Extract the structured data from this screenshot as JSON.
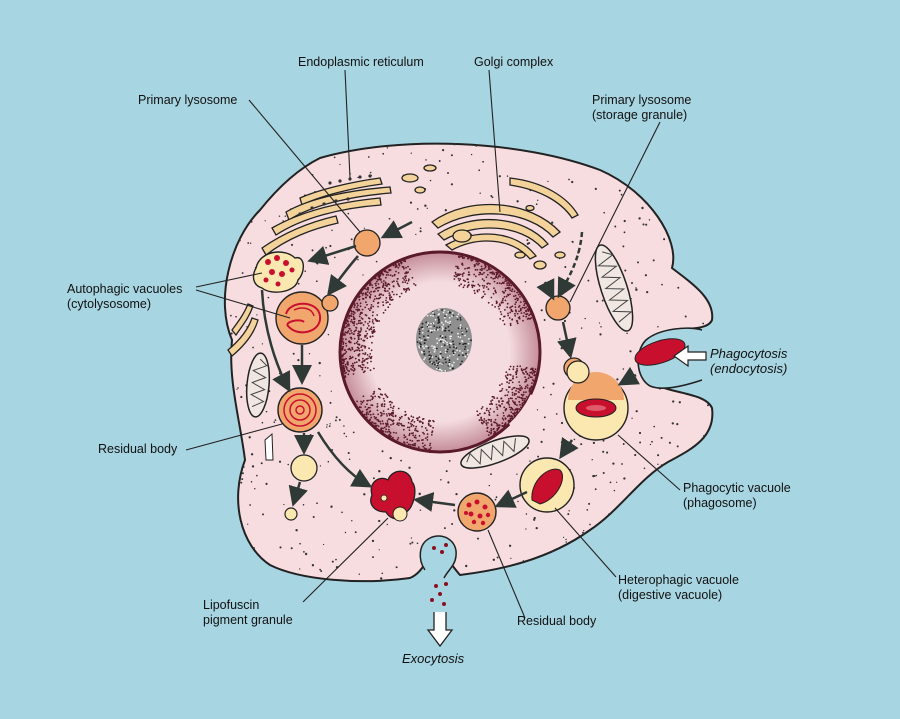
{
  "labels": {
    "endoplasmic_reticulum": "Endoplasmic reticulum",
    "golgi_complex": "Golgi complex",
    "primary_lysosome": "Primary lysosome",
    "primary_lysosome_storage": {
      "line1": "Primary lysosome",
      "line2": "(storage granule)"
    },
    "autophagic_vacuoles": {
      "line1": "Autophagic vacuoles",
      "line2": "(cytolysosome)"
    },
    "phagocytosis": {
      "line1": "Phagocytosis",
      "line2": "(endocytosis)"
    },
    "residual_body_left": "Residual body",
    "phagocytic_vacuole": {
      "line1": "Phagocytic vacuole",
      "line2": "(phagosome)"
    },
    "heterophagic_vacuole": {
      "line1": "Heterophagic vacuole",
      "line2": "(digestive vacuole)"
    },
    "lipofuscin": {
      "line1": "Lipofuscin",
      "line2": "pigment granule"
    },
    "residual_body_bottom": "Residual body",
    "exocytosis": "Exocytosis"
  },
  "colors": {
    "background": "#a8d5e2",
    "cytoplasm": "#f8dde0",
    "nucleus": "#f4dce0",
    "chromatin": "#5a1a2a",
    "er_membrane": "#f3d39a",
    "lysosome": "#f1a66d",
    "vacuole": "#fbe7b0",
    "red_content": "#c8102e",
    "arrow": "#2f3a36"
  }
}
